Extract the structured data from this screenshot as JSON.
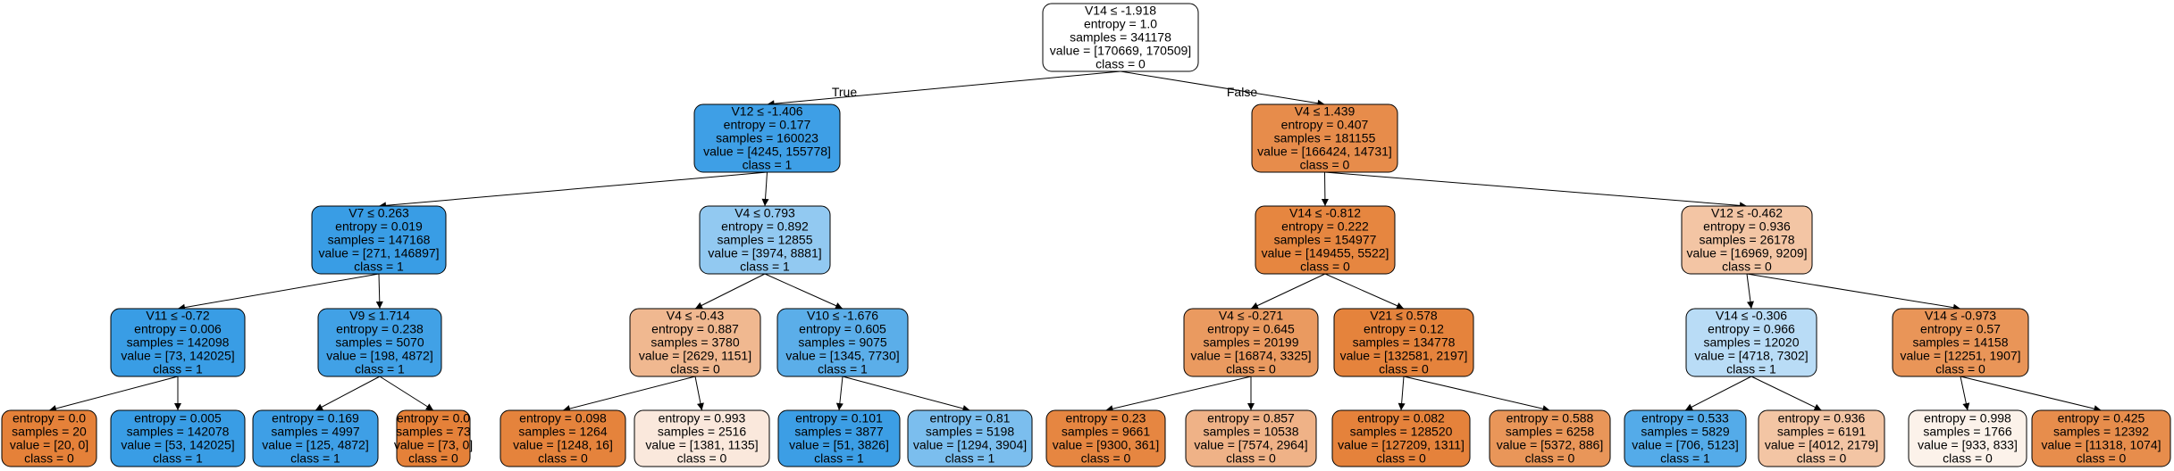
{
  "edge_labels": {
    "left": "True",
    "right": "False"
  },
  "colors": {
    "orange_full": "#e58139",
    "blue_full": "#399de5",
    "border": "#000000"
  },
  "nodes": [
    {
      "id": 0,
      "lines": [
        "V14 ≤ -1.918",
        "entropy = 1.0",
        "samples = 341178",
        "value = [170669, 170509]",
        "class = 0"
      ],
      "fill": "#ffffff",
      "children": [
        1,
        16
      ]
    },
    {
      "id": 1,
      "lines": [
        "V12 ≤ -1.406",
        "entropy = 0.177",
        "samples = 160023",
        "value = [4245, 155778]",
        "class = 1"
      ],
      "fill": "#3e9fe6",
      "children": [
        2,
        9
      ]
    },
    {
      "id": 2,
      "lines": [
        "V7 ≤ 0.263",
        "entropy = 0.019",
        "samples = 147168",
        "value = [271, 146897]",
        "class = 1"
      ],
      "fill": "#399de5",
      "children": [
        3,
        6
      ]
    },
    {
      "id": 3,
      "lines": [
        "V11 ≤ -0.72",
        "entropy = 0.006",
        "samples = 142098",
        "value = [73, 142025]",
        "class = 1"
      ],
      "fill": "#399de5",
      "children": [
        4,
        5
      ]
    },
    {
      "id": 4,
      "lines": [
        "entropy = 0.0",
        "samples = 20",
        "value = [20, 0]",
        "class = 0"
      ],
      "fill": "#e58139",
      "children": []
    },
    {
      "id": 5,
      "lines": [
        "entropy = 0.005",
        "samples = 142078",
        "value = [53, 142025]",
        "class = 1"
      ],
      "fill": "#399de5",
      "children": []
    },
    {
      "id": 6,
      "lines": [
        "V9 ≤ 1.714",
        "entropy = 0.238",
        "samples = 5070",
        "value = [198, 4872]",
        "class = 1"
      ],
      "fill": "#41a1e6",
      "children": [
        7,
        8
      ]
    },
    {
      "id": 7,
      "lines": [
        "entropy = 0.169",
        "samples = 4997",
        "value = [125, 4872]",
        "class = 1"
      ],
      "fill": "#3e9fe6",
      "children": []
    },
    {
      "id": 8,
      "lines": [
        "entropy = 0.0",
        "samples = 73",
        "value = [73, 0]",
        "class = 0"
      ],
      "fill": "#e58139",
      "children": []
    },
    {
      "id": 9,
      "lines": [
        "V4 ≤ 0.793",
        "entropy = 0.892",
        "samples = 12855",
        "value = [3974, 8881]",
        "class = 1"
      ],
      "fill": "#92c9f1",
      "children": [
        10,
        13
      ]
    },
    {
      "id": 10,
      "lines": [
        "V4 ≤ -0.43",
        "entropy = 0.887",
        "samples = 3780",
        "value = [2629, 1151]",
        "class = 0"
      ],
      "fill": "#f0b890",
      "children": [
        11,
        12
      ]
    },
    {
      "id": 11,
      "lines": [
        "entropy = 0.098",
        "samples = 1264",
        "value = [1248, 16]",
        "class = 0"
      ],
      "fill": "#e5833c",
      "children": []
    },
    {
      "id": 12,
      "lines": [
        "entropy = 0.993",
        "samples = 2516",
        "value = [1381, 1135]",
        "class = 0"
      ],
      "fill": "#fae8dc",
      "children": []
    },
    {
      "id": 13,
      "lines": [
        "V10 ≤ -1.676",
        "entropy = 0.605",
        "samples = 9075",
        "value = [1345, 7730]",
        "class = 1"
      ],
      "fill": "#5baee9",
      "children": [
        14,
        15
      ]
    },
    {
      "id": 14,
      "lines": [
        "entropy = 0.101",
        "samples = 3877",
        "value = [51, 3826]",
        "class = 1"
      ],
      "fill": "#3c9ee5",
      "children": []
    },
    {
      "id": 15,
      "lines": [
        "entropy = 0.81",
        "samples = 5198",
        "value = [1294, 3904]",
        "class = 1"
      ],
      "fill": "#7bbeee",
      "children": []
    },
    {
      "id": 16,
      "lines": [
        "V4 ≤ 1.439",
        "entropy = 0.407",
        "samples = 181155",
        "value = [166424, 14731]",
        "class = 0"
      ],
      "fill": "#e78c4b",
      "children": [
        17,
        24
      ]
    },
    {
      "id": 17,
      "lines": [
        "V14 ≤ -0.812",
        "entropy = 0.222",
        "samples = 154977",
        "value = [149455, 5522]",
        "class = 0"
      ],
      "fill": "#e68640",
      "children": [
        18,
        21
      ]
    },
    {
      "id": 18,
      "lines": [
        "V4 ≤ -0.271",
        "entropy = 0.645",
        "samples = 20199",
        "value = [16874, 3325]",
        "class = 0"
      ],
      "fill": "#ea9a60",
      "children": [
        19,
        20
      ]
    },
    {
      "id": 19,
      "lines": [
        "entropy = 0.23",
        "samples = 9661",
        "value = [9300, 361]",
        "class = 0"
      ],
      "fill": "#e68641",
      "children": []
    },
    {
      "id": 20,
      "lines": [
        "entropy = 0.857",
        "samples = 10538",
        "value = [7574, 2964]",
        "class = 0"
      ],
      "fill": "#efb287",
      "children": []
    },
    {
      "id": 21,
      "lines": [
        "V21 ≤ 0.578",
        "entropy = 0.12",
        "samples = 134778",
        "value = [132581, 2197]",
        "class = 0"
      ],
      "fill": "#e5833c",
      "children": [
        22,
        23
      ]
    },
    {
      "id": 22,
      "lines": [
        "entropy = 0.082",
        "samples = 128520",
        "value = [127209, 1311]",
        "class = 0"
      ],
      "fill": "#e5823b",
      "children": []
    },
    {
      "id": 23,
      "lines": [
        "entropy = 0.588",
        "samples = 6258",
        "value = [5372, 886]",
        "class = 0"
      ],
      "fill": "#e99659",
      "children": []
    },
    {
      "id": 24,
      "lines": [
        "V12 ≤ -0.462",
        "entropy = 0.936",
        "samples = 26178",
        "value = [16969, 9209]",
        "class = 0"
      ],
      "fill": "#f3c5a4",
      "children": [
        25,
        28
      ]
    },
    {
      "id": 25,
      "lines": [
        "V14 ≤ -0.306",
        "entropy = 0.966",
        "samples = 12020",
        "value = [4718, 7302]",
        "class = 1"
      ],
      "fill": "#b9dcf6",
      "children": [
        26,
        27
      ]
    },
    {
      "id": 26,
      "lines": [
        "entropy = 0.533",
        "samples = 5829",
        "value = [706, 5123]",
        "class = 1"
      ],
      "fill": "#54abe9",
      "children": []
    },
    {
      "id": 27,
      "lines": [
        "entropy = 0.936",
        "samples = 6191",
        "value = [4012, 2179]",
        "class = 0"
      ],
      "fill": "#f3c5a4",
      "children": []
    },
    {
      "id": 28,
      "lines": [
        "V14 ≤ -0.973",
        "entropy = 0.57",
        "samples = 14158",
        "value = [12251, 1907]",
        "class = 0"
      ],
      "fill": "#e99558",
      "children": [
        29,
        30
      ]
    },
    {
      "id": 29,
      "lines": [
        "entropy = 0.998",
        "samples = 1766",
        "value = [933, 833]",
        "class = 0"
      ],
      "fill": "#fcf2ea",
      "children": []
    },
    {
      "id": 30,
      "lines": [
        "entropy = 0.425",
        "samples = 12392",
        "value = [11318, 1074]",
        "class = 0"
      ],
      "fill": "#e78d4c",
      "children": []
    }
  ]
}
